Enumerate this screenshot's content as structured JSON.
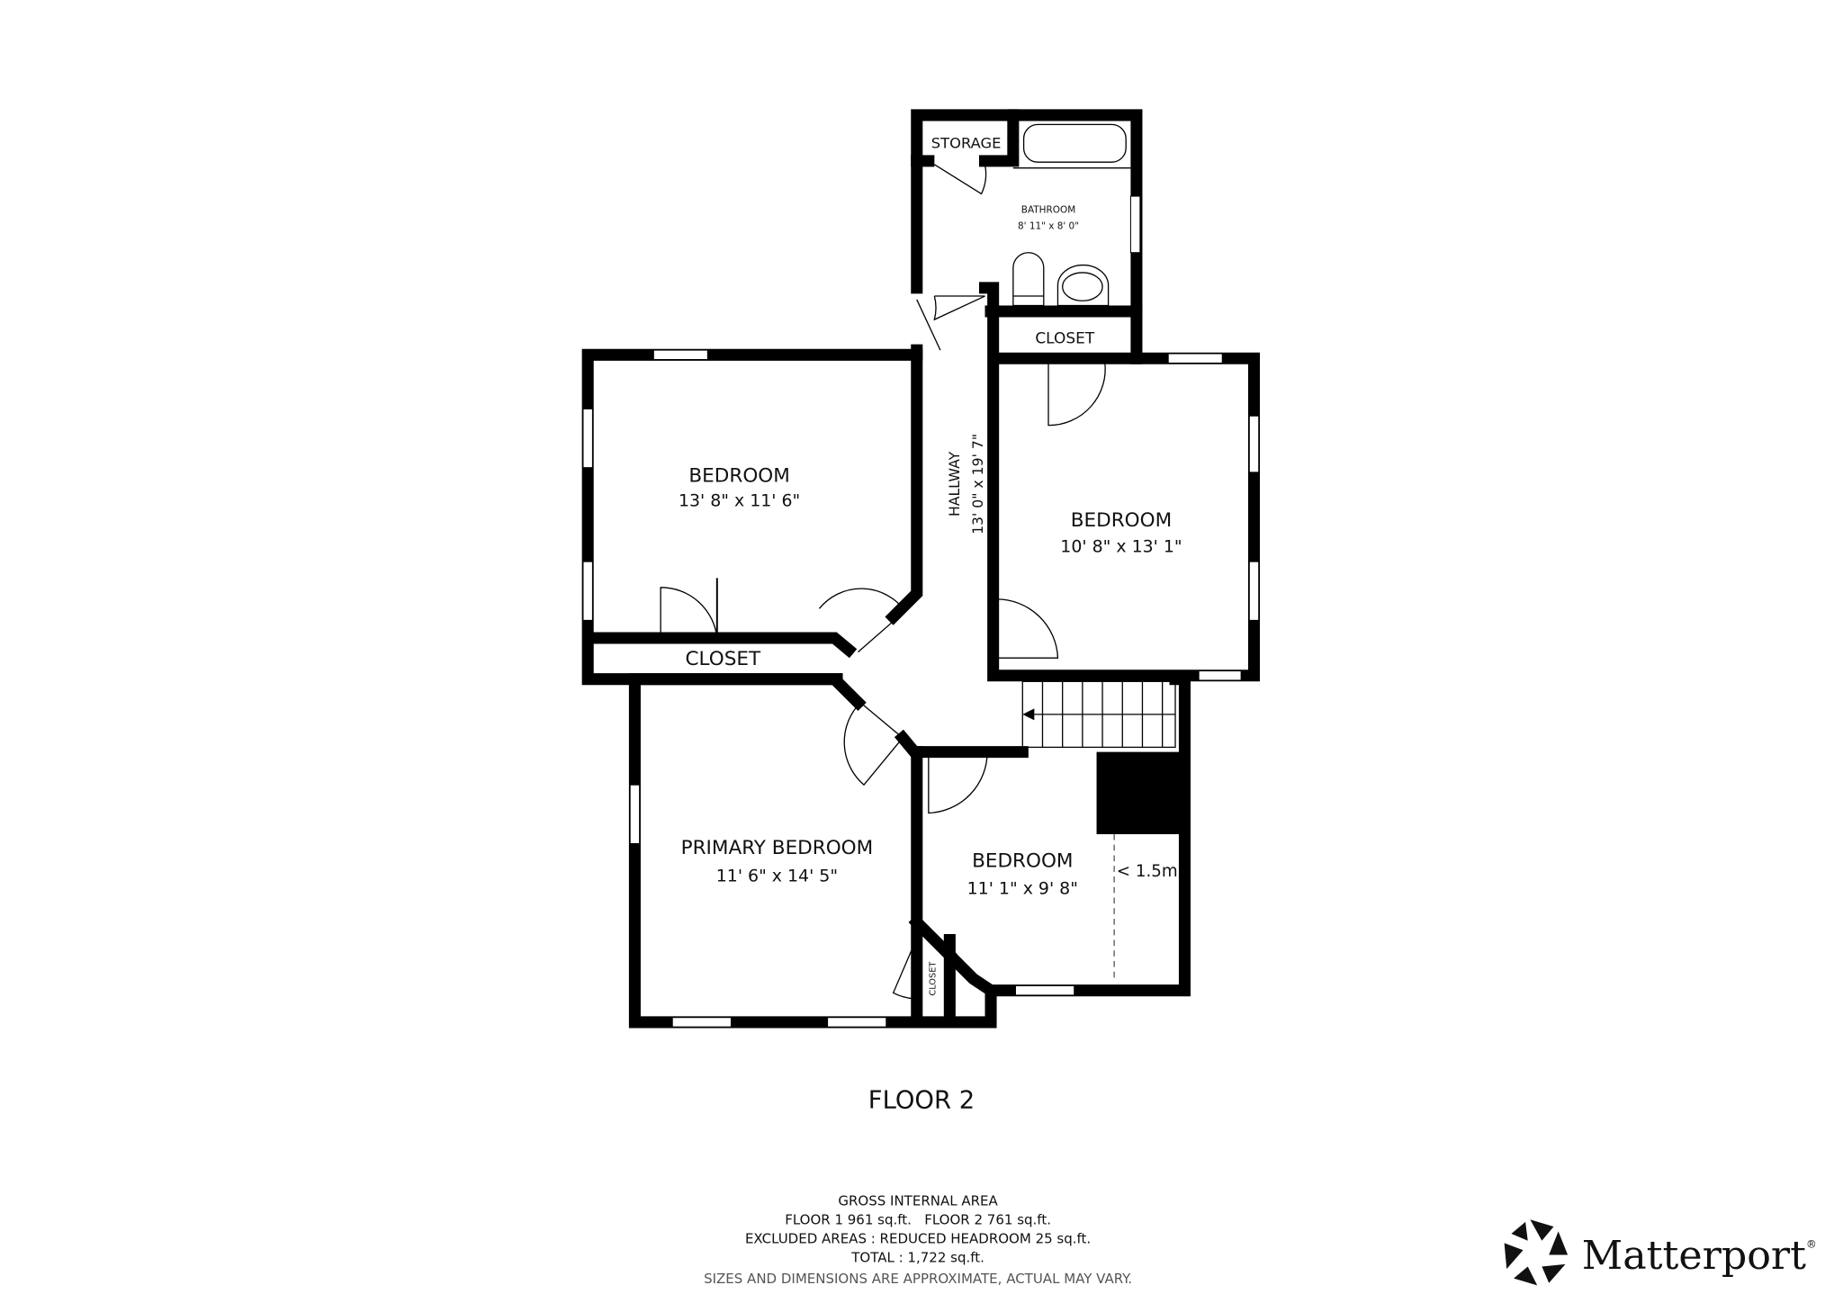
{
  "floor_title": "FLOOR 2",
  "rooms": {
    "storage": {
      "name": "STORAGE"
    },
    "bathroom": {
      "name": "BATHROOM",
      "dims": "8' 11\" x 8' 0\""
    },
    "closet_top": {
      "name": "CLOSET"
    },
    "hallway": {
      "name": "HALLWAY",
      "dims": "13' 0\" x 19' 7\""
    },
    "bedroom_left": {
      "name": "BEDROOM",
      "dims": "13' 8\" x 11' 6\""
    },
    "bedroom_right": {
      "name": "BEDROOM",
      "dims": "10' 8\" x 13' 1\""
    },
    "closet_left": {
      "name": "CLOSET"
    },
    "primary_bedroom": {
      "name": "PRIMARY BEDROOM",
      "dims": "11' 6\" x 14' 5\""
    },
    "bedroom_small": {
      "name": "BEDROOM",
      "dims": "11' 1\" x 9' 8\"",
      "headroom_note": "< 1.5m"
    },
    "closet_small": {
      "name": "CLOSET"
    }
  },
  "area_summary": {
    "heading": "GROSS INTERNAL AREA",
    "floors": "FLOOR 1 961 sq.ft.   FLOOR 2 761 sq.ft.",
    "excluded": "EXCLUDED AREAS :  REDUCED HEADROOM 25 sq.ft.",
    "total": "TOTAL :  1,722 sq.ft.",
    "disclaimer": "SIZES AND DIMENSIONS ARE APPROXIMATE, ACTUAL MAY VARY."
  },
  "logo": {
    "text": "Matterport",
    "icon": "matterport-pinwheel-icon"
  },
  "colors": {
    "wall": "#000000",
    "background": "#ffffff",
    "disclaimer": "#555555"
  }
}
